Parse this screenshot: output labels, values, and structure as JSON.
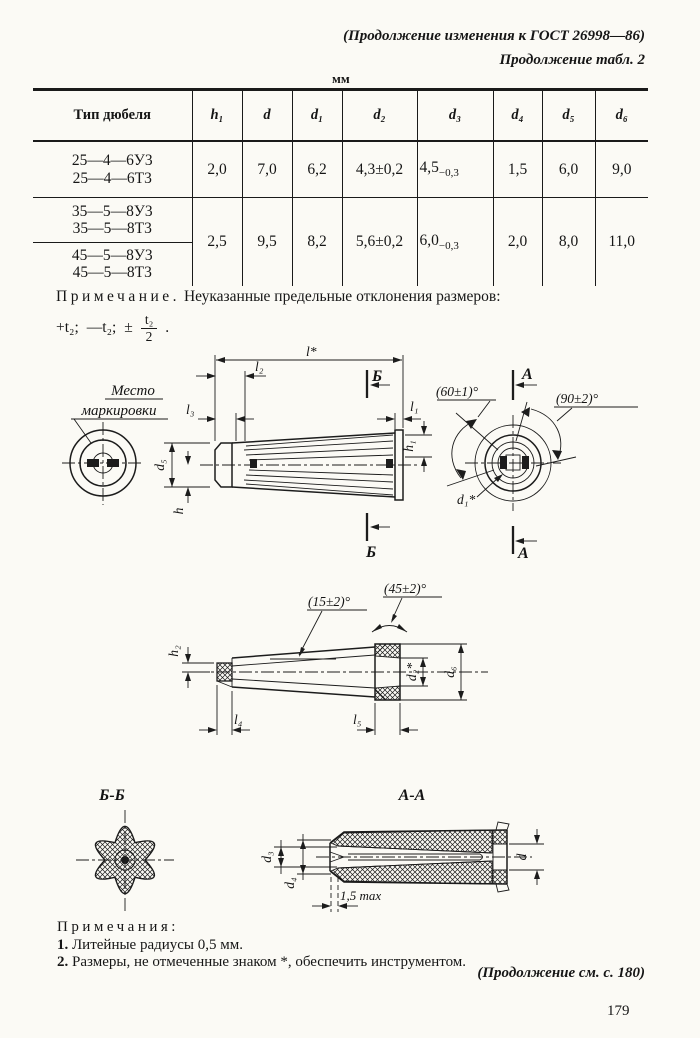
{
  "page": {
    "header_italic1": "(Продолжение изменения к ГОСТ 26998—86)",
    "header_italic2": "Продолжение табл. 2",
    "units_label": "мм",
    "continuation_note": "(Продолжение см. с. 180)",
    "page_number": "179"
  },
  "table": {
    "type_header": "Тип дюбеля",
    "col_headers": [
      "h₁",
      "d",
      "d₁",
      "d₂",
      "d₃",
      "d₄",
      "d₅",
      "d₆"
    ],
    "group1": {
      "types": [
        "25—4—6У3",
        "25—4—6Т3"
      ],
      "h1": "2,0",
      "d": "7,0",
      "d1": "6,2",
      "d2": "4,3±0,2",
      "d3_main": "4,5",
      "d3_tol": "−0,3",
      "d4": "1,5",
      "d5": "6,0",
      "d6": "9,0"
    },
    "group2": {
      "types_a": [
        "35—5—8У3",
        "35—5—8Т3"
      ],
      "types_b": [
        "45—5—8У3",
        "45—5—8Т3"
      ],
      "h1": "2,5",
      "d": "9,5",
      "d1": "8,2",
      "d2": "5,6±0,2",
      "d3_main": "6,0",
      "d3_tol": "−0,3",
      "d4": "2,0",
      "d5": "8,0",
      "d6": "11,0"
    }
  },
  "note": {
    "label": "Примечание.",
    "text": "Неуказанные предельные отклонения размеров:",
    "f1": "+t₂;",
    "f2": "—t₂;",
    "f3": "±",
    "frac_num": "t₂",
    "frac_den": "2",
    "period": "."
  },
  "drawing1": {
    "marking1": "Место",
    "marking2": "маркировки",
    "l": "l*",
    "l1": "l₁",
    "l2": "l₂",
    "l3": "l₃",
    "h1": "h₁",
    "d5": "d₅",
    "h": "h",
    "sec_b_top": "Б",
    "sec_b_bottom": "Б",
    "angle60": "(60±1)°",
    "angle90": "(90±2)°",
    "d1": "d₁*",
    "sec_a_top": "А",
    "sec_a_bottom": "А"
  },
  "drawing2": {
    "angle15": "(15±2)°",
    "angle45": "(45±2)°",
    "l4": "l₄",
    "l5": "l₅",
    "d2": "d₂*",
    "d6": "d₆",
    "h2": "h₂"
  },
  "drawing3": {
    "sec_bb": "Б-Б",
    "sec_aa": "А-А",
    "d3": "d₃",
    "d4": "d₄",
    "max15": "1,5 max",
    "d": "d"
  },
  "notes": {
    "title": "Примечания:",
    "item1_num": "1.",
    "item1": "Литейные радиусы 0,5 мм.",
    "item2_num": "2.",
    "item2": "Размеры, не отмеченные знаком *, обеспечить инструментом."
  }
}
